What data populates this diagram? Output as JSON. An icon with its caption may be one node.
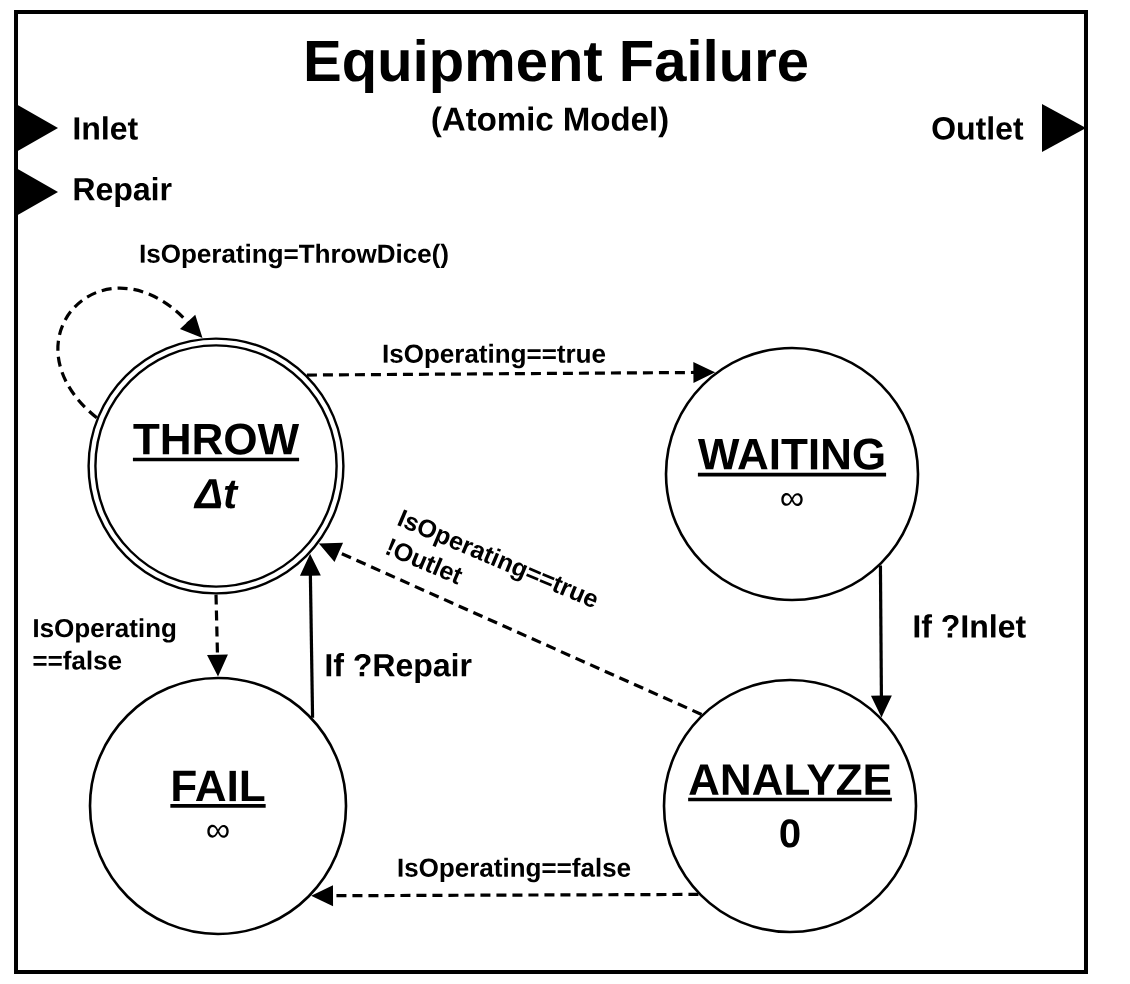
{
  "diagram": {
    "nodes": [
      {
        "text": [
          "Equipment Failure",
          "(Atomic Model)"
        ]
      },
      {
        "text": [
          "THROW",
          "Δt"
        ],
        "in": 0
      },
      {
        "text": [
          "WAITING",
          "∞"
        ],
        "in": 0
      },
      {
        "text": [
          "FAIL",
          "∞"
        ],
        "in": 0
      },
      {
        "text": [
          "ANALYZE",
          "0"
        ],
        "in": 0
      }
    ],
    "edges": [
      {
        "from": 1,
        "to": 1,
        "arrow": "to",
        "label": "IsOperating=ThrowDice()",
        "style": "dashed"
      },
      {
        "from": 1,
        "to": 2,
        "arrow": "to",
        "label": "IsOperating==true",
        "style": "dashed"
      },
      {
        "from": 1,
        "to": 3,
        "arrow": "to",
        "label": "IsOperating ==false",
        "style": "dashed"
      },
      {
        "from": 3,
        "to": 1,
        "arrow": "to",
        "label": "If ?Repair"
      },
      {
        "from": 2,
        "to": 4,
        "arrow": "to",
        "label": "If ?Inlet"
      },
      {
        "from": 4,
        "to": 1,
        "arrow": "to",
        "label": "IsOperating==true !Outlet",
        "style": "dashed"
      },
      {
        "from": 4,
        "to": 3,
        "arrow": "to",
        "label": "IsOperating==false",
        "style": "dashed"
      }
    ],
    "labels": [
      "Inlet",
      "Outlet",
      "Repair"
    ]
  }
}
